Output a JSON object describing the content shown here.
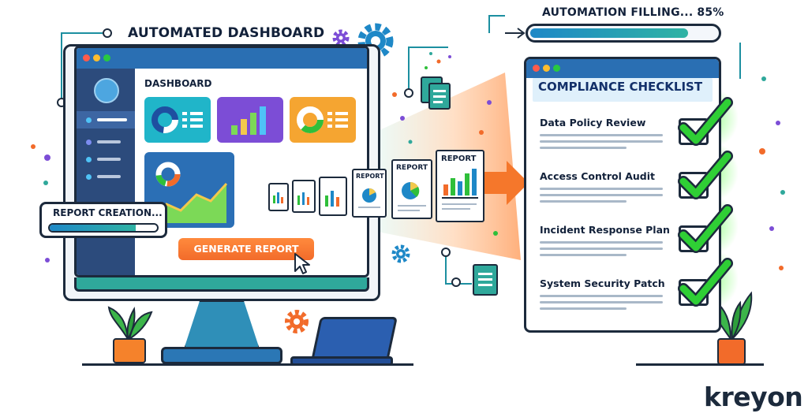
{
  "headline": {
    "dashboard_title": "AUTOMATED DASHBOARD"
  },
  "automation": {
    "label": "AUTOMATION FILLING... 85%",
    "progress_percent": 85
  },
  "dashboard": {
    "label": "DASHBOARD",
    "report_creation": {
      "label": "REPORT CREATION...",
      "progress_percent": 80
    },
    "generate_button": "GENERATE REPORT"
  },
  "documents": {
    "label": "REPORT"
  },
  "checklist": {
    "title": "COMPLIANCE CHECKLIST",
    "items": [
      {
        "label": "Data Policy Review",
        "checked": true
      },
      {
        "label": "Access Control Audit",
        "checked": true
      },
      {
        "label": "Incident Response Plan",
        "checked": true
      },
      {
        "label": "System Security Patch",
        "checked": true
      }
    ]
  },
  "brand": {
    "name": "kreyon"
  },
  "colors": {
    "navy": "#1c2a3c",
    "blue": "#2a6fb3",
    "teal": "#2fa89b",
    "orange": "#f26b2a",
    "purple": "#7c4dd6",
    "green": "#2fbf3a",
    "sidebar": "#2c4b7c"
  }
}
